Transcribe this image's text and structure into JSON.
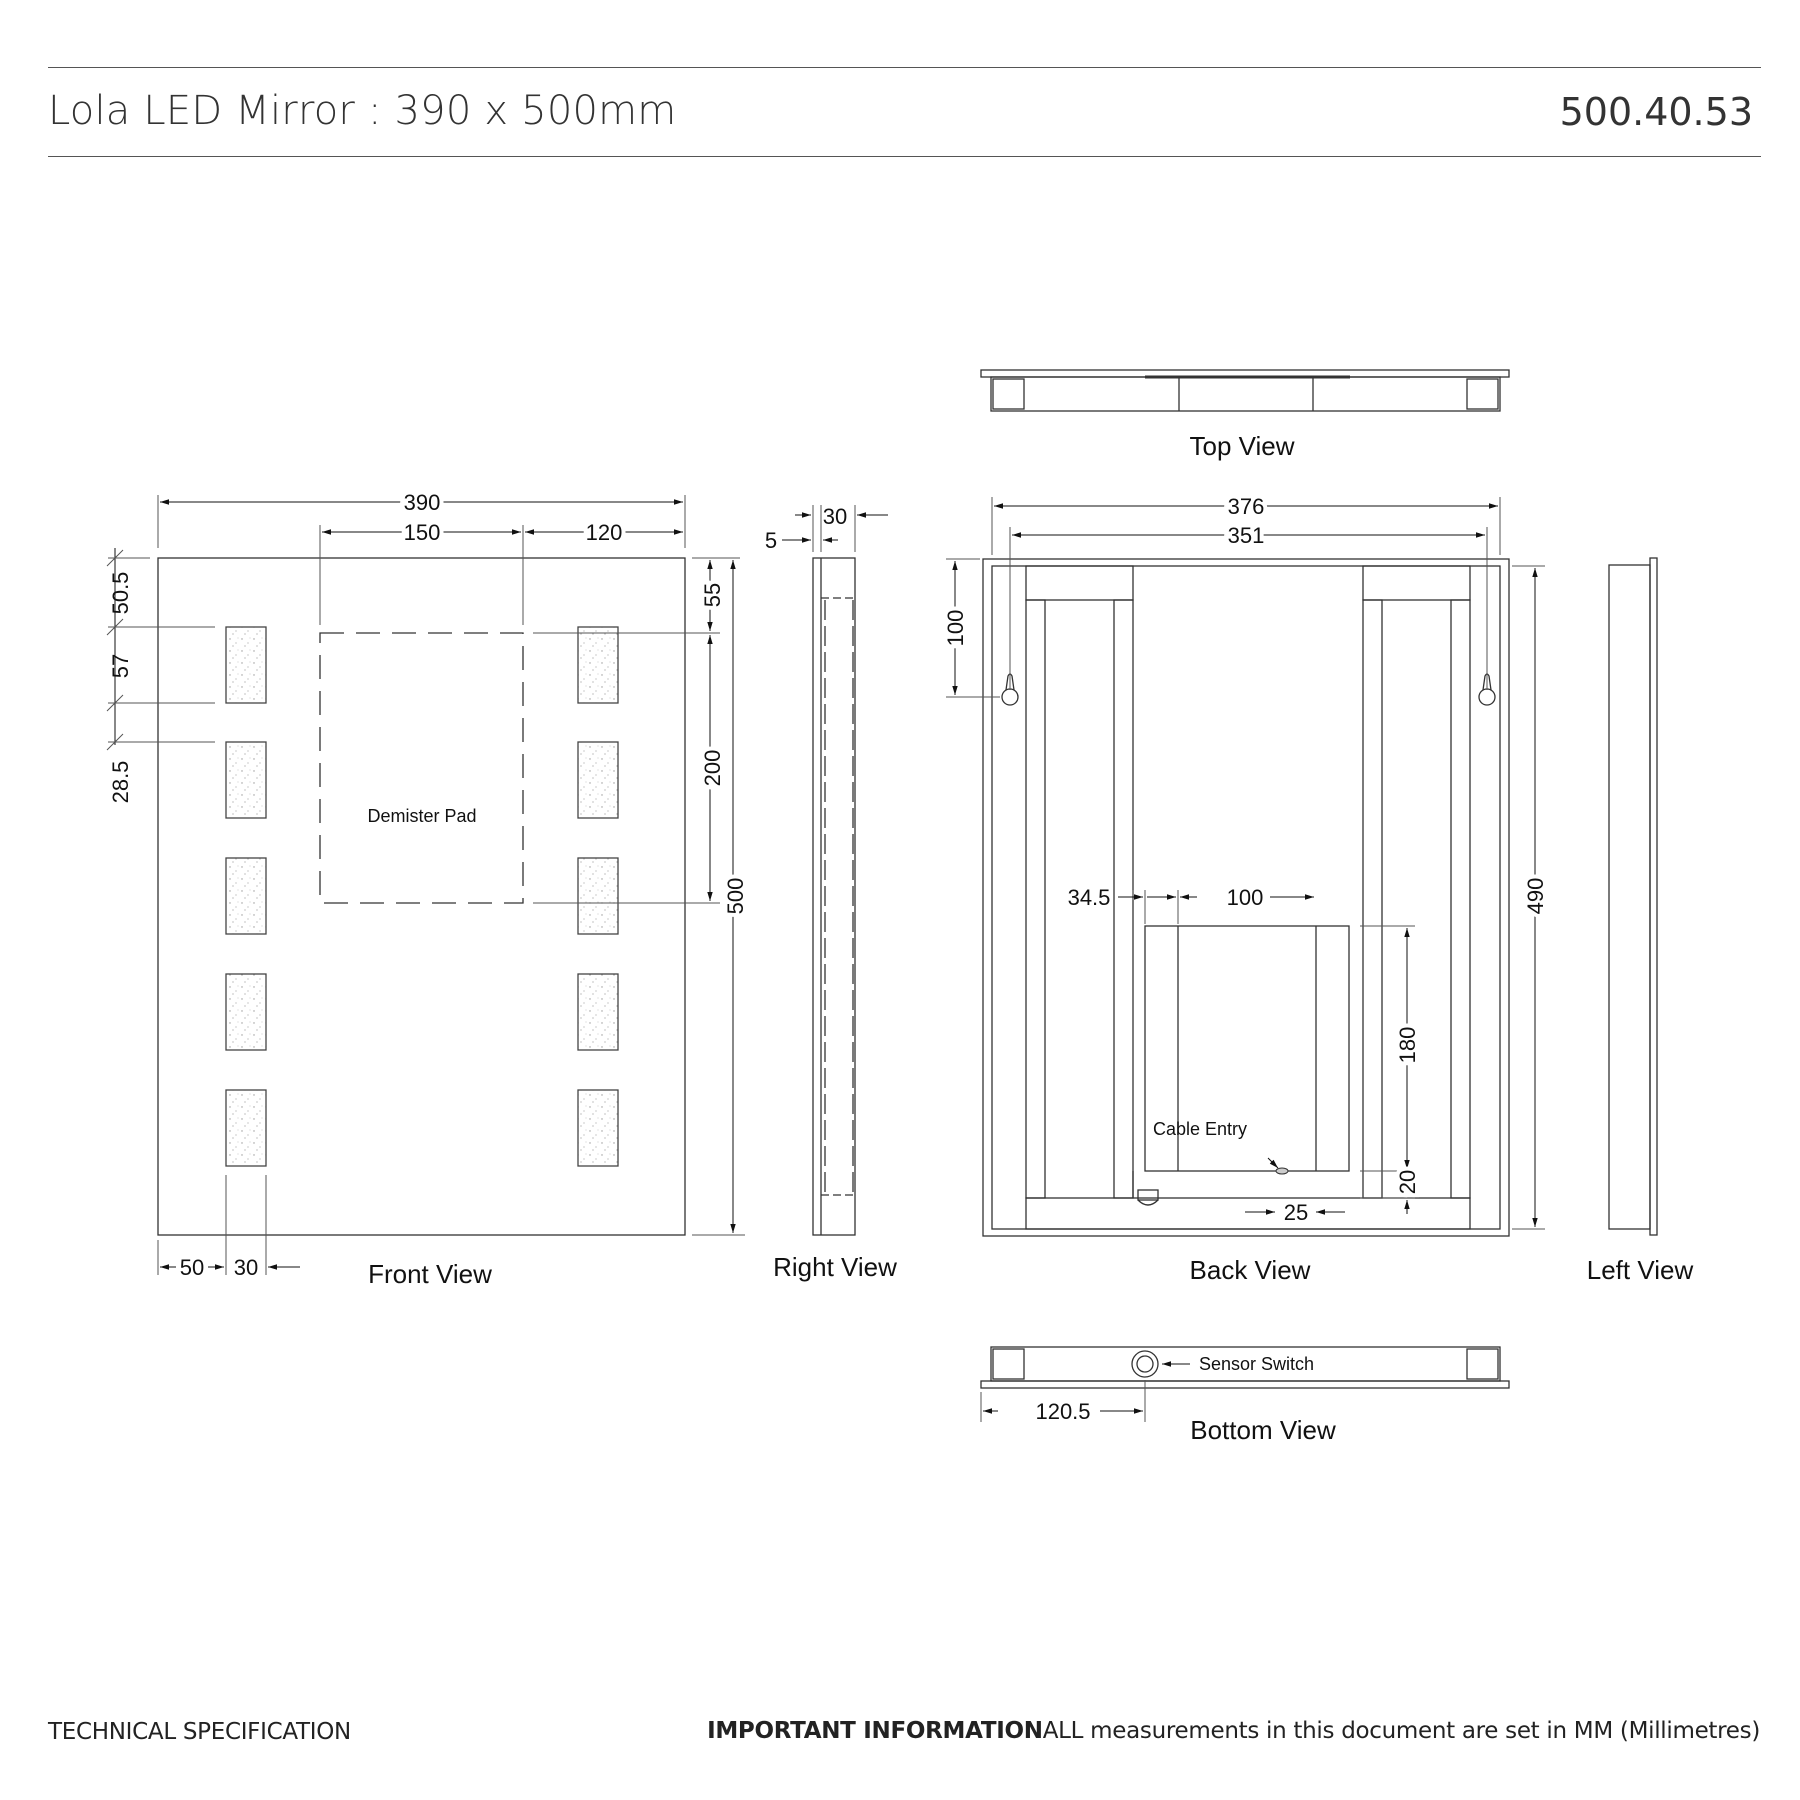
{
  "header": {
    "title": "Lola LED Mirror : 390 x 500mm",
    "doc_number": "500.40.53"
  },
  "footer": {
    "left": "TECHNICAL SPECIFICATION",
    "important_label": "IMPORTANT INFORMATION",
    "important_text": "ALL measurements in this document are set in MM (Millimetres)"
  },
  "views": {
    "front": "Front View",
    "right": "Right  View",
    "back": "Back  View",
    "left": "Left  View",
    "top": "Top View",
    "bottom": "Bottom  View"
  },
  "labels": {
    "demister": "Demister Pad",
    "cable_entry": "Cable Entry",
    "sensor_switch": "Sensor Switch"
  },
  "dimensions": {
    "front_width": "390",
    "demister_width": "150",
    "right_offset": "120",
    "top_margin": "50.5",
    "light_height": "57",
    "light_gap": "28.5",
    "demister_top": "55",
    "demister_height": "200",
    "front_height": "500",
    "left_margin": "50",
    "light_width": "30",
    "side_depth": "30",
    "side_front": "5",
    "back_outer_width": "376",
    "back_inner_width": "351",
    "hanger_drop": "100",
    "back_height": "490",
    "box_offset": "34.5",
    "box_width": "100",
    "box_height": "180",
    "cable_offset": "20",
    "cable_width": "25",
    "sensor_offset": "120.5"
  }
}
